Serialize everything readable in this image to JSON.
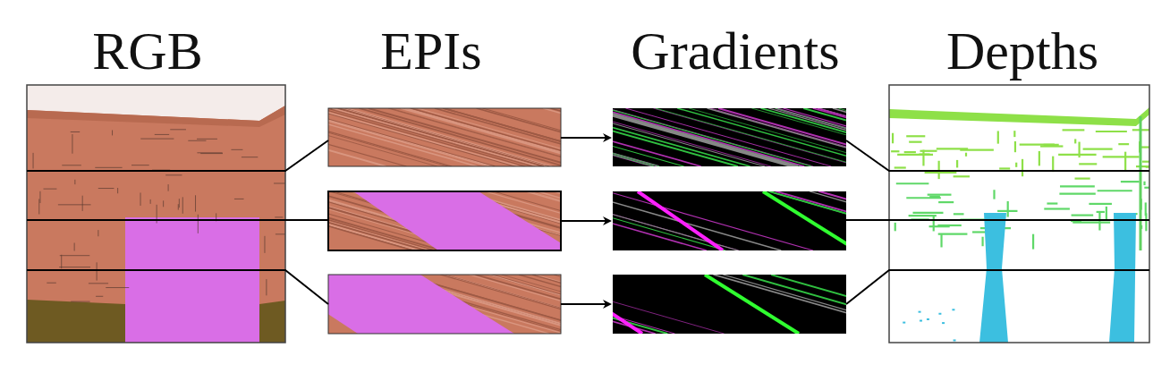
{
  "diagram": {
    "labels": [
      "RGB",
      "EPIs",
      "Gradients",
      "Depths"
    ]
  }
}
